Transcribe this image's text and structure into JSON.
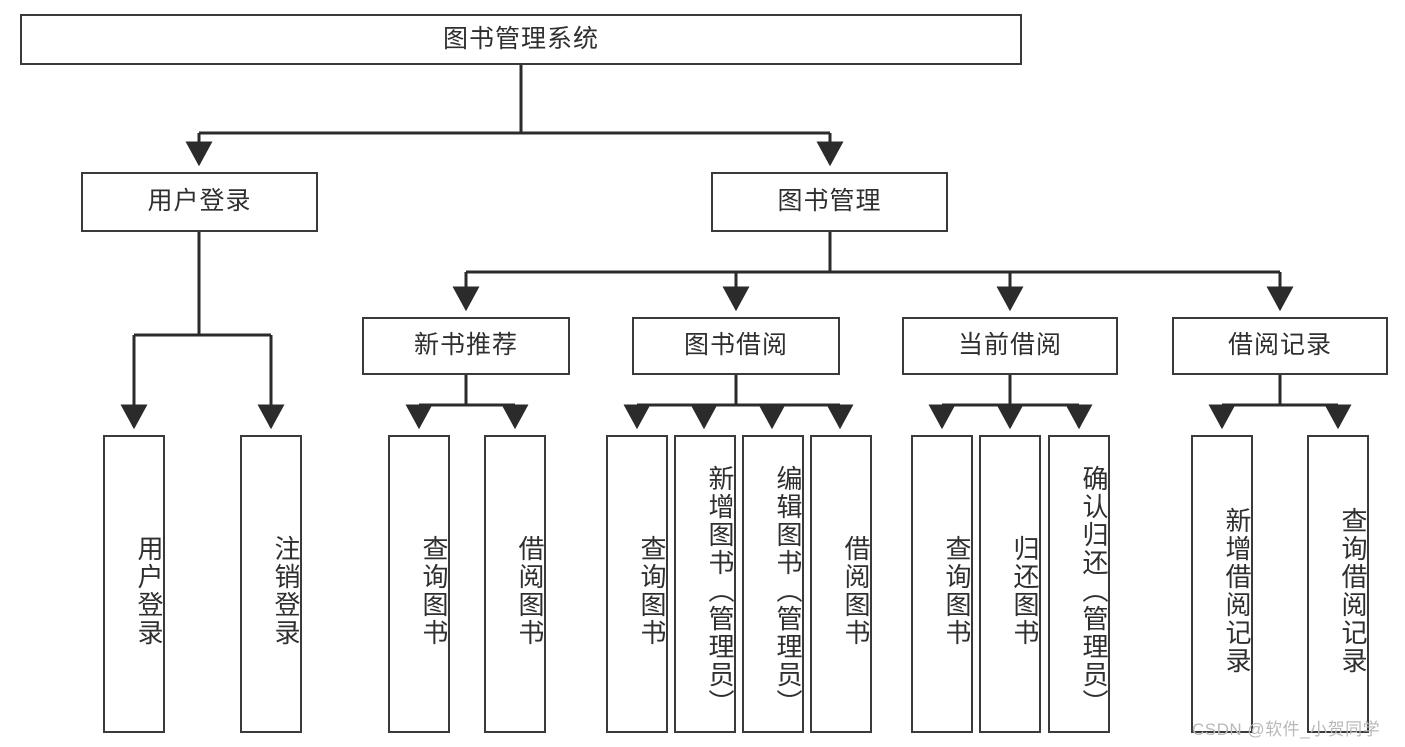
{
  "diagram": {
    "title": "图书管理系统",
    "type": "tree-hierarchy-chart",
    "colors": {
      "box_border": "#3a3a3a",
      "box_fill": "#ffffff",
      "text": "#2f2f2f",
      "connector": "#2b2b2b",
      "watermark": "#b9b9b9"
    },
    "root": {
      "id": "root",
      "label": "图书管理系统"
    },
    "level2": [
      {
        "id": "user-login",
        "label": "用户登录"
      },
      {
        "id": "book-manage",
        "label": "图书管理"
      }
    ],
    "level3": [
      {
        "id": "new-book-recommend",
        "label": "新书推荐"
      },
      {
        "id": "book-borrow",
        "label": "图书借阅"
      },
      {
        "id": "current-borrow",
        "label": "当前借阅"
      },
      {
        "id": "borrow-record",
        "label": "借阅记录"
      }
    ],
    "leaves": {
      "user_login": [
        {
          "id": "leaf-user-login",
          "label": "用户登录"
        },
        {
          "id": "leaf-logout-login",
          "label": "注销登录"
        }
      ],
      "new_book_recommend": [
        {
          "id": "leaf-query-book-1",
          "label": "查询图书"
        },
        {
          "id": "leaf-borrow-book-1",
          "label": "借阅图书"
        }
      ],
      "book_borrow": [
        {
          "id": "leaf-query-book-2",
          "label": "查询图书"
        },
        {
          "id": "leaf-add-book",
          "label": "新增图书（管理员）"
        },
        {
          "id": "leaf-edit-book",
          "label": "编辑图书（管理员）"
        },
        {
          "id": "leaf-borrow-book-2",
          "label": "借阅图书"
        }
      ],
      "current_borrow": [
        {
          "id": "leaf-query-book-3",
          "label": "查询图书"
        },
        {
          "id": "leaf-return-book",
          "label": "归还图书"
        },
        {
          "id": "leaf-confirm-return",
          "label": "确认归还（管理员）"
        }
      ],
      "borrow_record": [
        {
          "id": "leaf-add-record",
          "label": "新增借阅记录"
        },
        {
          "id": "leaf-query-record",
          "label": "查询借阅记录"
        }
      ]
    },
    "watermark": "CSDN @软件_小贺同学"
  }
}
